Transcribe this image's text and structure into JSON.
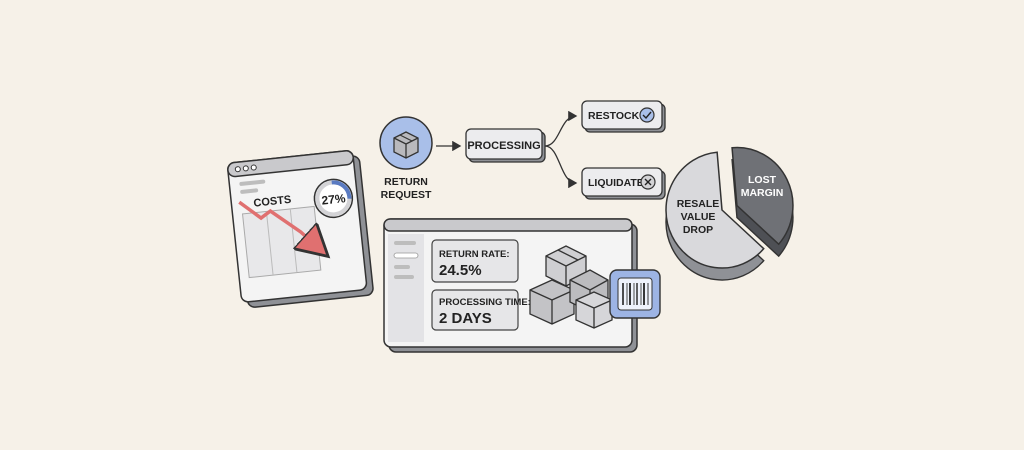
{
  "flow": {
    "start_label_line1": "RETURN",
    "start_label_line2": "REQUEST",
    "step_processing": "PROCESSING",
    "branch_restock": "RESTOCK",
    "branch_liquidate": "LIQUIDATE"
  },
  "costs_window": {
    "title": "COSTS",
    "percent": "27%",
    "gauge_fraction": 0.27
  },
  "dashboard": {
    "return_rate_label": "RETURN RATE:",
    "return_rate_value": "24.5%",
    "processing_time_label": "PROCESSING TIME:",
    "processing_time_value": "2 DAYS"
  },
  "pie": {
    "slices": [
      {
        "label_line1": "RESALE",
        "label_line2": "VALUE",
        "label_line3": "DROP",
        "fraction": 0.62
      },
      {
        "label_line1": "LOST",
        "label_line2": "MARGIN",
        "fraction": 0.38
      }
    ]
  },
  "colors": {
    "accent_blue": "#9db4e4",
    "accent_blue_dark": "#5a7bc2",
    "trend_red": "#e07070",
    "pie_light": "#d9d9dc",
    "pie_dark": "#6f7176"
  }
}
